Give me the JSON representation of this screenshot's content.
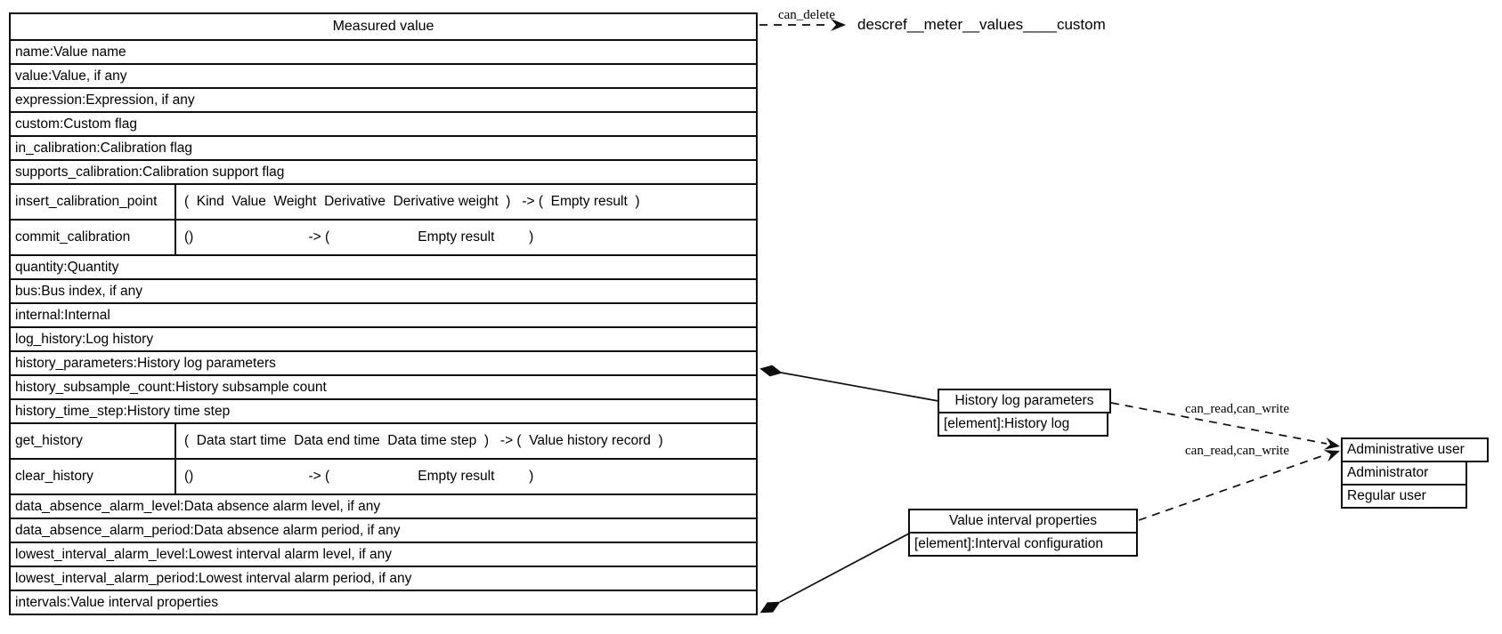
{
  "colors": {
    "ink": "#0d0d0d",
    "background": "#ffffff"
  },
  "main_table": {
    "title": "Measured value",
    "rows": [
      {
        "kind": "attr",
        "text": "name:Value name"
      },
      {
        "kind": "attr",
        "text": "value:Value, if any"
      },
      {
        "kind": "attr",
        "text": "expression:Expression, if any"
      },
      {
        "kind": "attr",
        "text": "custom:Custom flag"
      },
      {
        "kind": "attr",
        "text": "in_calibration:Calibration flag"
      },
      {
        "kind": "attr",
        "text": "supports_calibration:Calibration support flag"
      },
      {
        "kind": "method",
        "name": "insert_calibration_point",
        "signature": "(  Kind  Value  Weight  Derivative  Derivative weight  )   -> (  Empty result  )"
      },
      {
        "kind": "method",
        "name": "commit_calibration",
        "signature": "()                              -> (                       Empty result         )"
      },
      {
        "kind": "attr",
        "text": "quantity:Quantity"
      },
      {
        "kind": "attr",
        "text": "bus:Bus index, if any"
      },
      {
        "kind": "attr",
        "text": "internal:Internal"
      },
      {
        "kind": "attr",
        "text": "log_history:Log history"
      },
      {
        "kind": "attr",
        "text": "history_parameters:History log parameters"
      },
      {
        "kind": "attr",
        "text": "history_subsample_count:History subsample count"
      },
      {
        "kind": "attr",
        "text": "history_time_step:History time step"
      },
      {
        "kind": "method",
        "name": "get_history",
        "signature": "(  Data start time  Data end time  Data time step  )   -> (  Value history record  )"
      },
      {
        "kind": "method",
        "name": "clear_history",
        "signature": "()                              -> (                       Empty result         )"
      },
      {
        "kind": "attr",
        "text": "data_absence_alarm_level:Data absence alarm level, if any"
      },
      {
        "kind": "attr",
        "text": "data_absence_alarm_period:Data absence alarm period, if any"
      },
      {
        "kind": "attr",
        "text": "lowest_interval_alarm_level:Lowest interval alarm level, if any"
      },
      {
        "kind": "attr",
        "text": "lowest_interval_alarm_period:Lowest interval alarm period, if any"
      },
      {
        "kind": "attr",
        "text": "intervals:Value interval properties"
      }
    ]
  },
  "descref_node": {
    "label": "descref__meter__values____custom"
  },
  "history_box": {
    "title": "History log parameters",
    "row": "[element]:History log"
  },
  "interval_box": {
    "title": "Value interval properties",
    "row": "[element]:Interval configuration"
  },
  "admin_box": {
    "title": "Administrative user",
    "rows": [
      "Administrator",
      "Regular user"
    ]
  },
  "edge_labels": {
    "can_delete": "can_delete",
    "can_read_write_1": "can_read,can_write",
    "can_read_write_2": "can_read,can_write"
  }
}
